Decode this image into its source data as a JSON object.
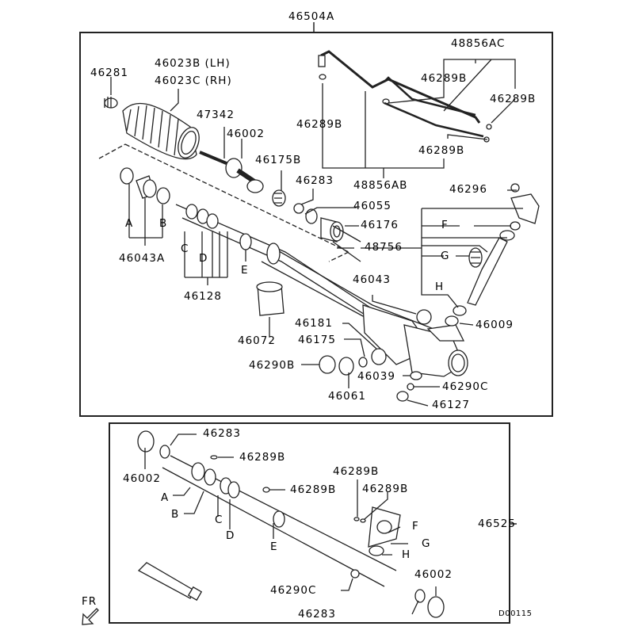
{
  "diagram": {
    "type": "exploded parts diagram - power steering gear rack",
    "drawing_id": "D00115",
    "direction_indicator": "FR",
    "upper_assembly": {
      "label": "46504A",
      "parts": [
        {
          "id": "p1",
          "label": "46281"
        },
        {
          "id": "p2",
          "label": "46023B (LH)"
        },
        {
          "id": "p3",
          "label": "46023C (RH)"
        },
        {
          "id": "p4",
          "label": "47342"
        },
        {
          "id": "p5",
          "label": "46002"
        },
        {
          "id": "p6",
          "label": "46175B"
        },
        {
          "id": "p7",
          "label": "46283"
        },
        {
          "id": "p8",
          "label": "46055"
        },
        {
          "id": "p9",
          "label": "46176"
        },
        {
          "id": "p10",
          "label": "48756"
        },
        {
          "id": "p11",
          "label": "46043A"
        },
        {
          "id": "p12",
          "label": "46128"
        },
        {
          "id": "p13",
          "label": "46072"
        },
        {
          "id": "p14",
          "label": "46043"
        },
        {
          "id": "p15",
          "label": "46181"
        },
        {
          "id": "p16",
          "label": "46175"
        },
        {
          "id": "p17",
          "label": "46290B"
        },
        {
          "id": "p18",
          "label": "46061"
        },
        {
          "id": "p19",
          "label": "46039"
        },
        {
          "id": "p20",
          "label": "46290C"
        },
        {
          "id": "p21",
          "label": "46127"
        },
        {
          "id": "p22",
          "label": "46009"
        },
        {
          "id": "p23",
          "label": "46296"
        },
        {
          "id": "p24",
          "label": "48856AC"
        },
        {
          "id": "p25",
          "label": "48856AB"
        },
        {
          "id": "p26",
          "label": "46289B"
        },
        {
          "id": "p27",
          "label": "46289B"
        },
        {
          "id": "p28",
          "label": "46289B"
        },
        {
          "id": "p29",
          "label": "46289B"
        }
      ],
      "letters": [
        "A",
        "B",
        "C",
        "D",
        "E",
        "F",
        "G",
        "H"
      ]
    },
    "lower_assembly": {
      "label": "46525",
      "parts": [
        {
          "id": "q1",
          "label": "46002"
        },
        {
          "id": "q2",
          "label": "46283"
        },
        {
          "id": "q3",
          "label": "46289B"
        },
        {
          "id": "q4",
          "label": "46289B"
        },
        {
          "id": "q5",
          "label": "46289B"
        },
        {
          "id": "q6",
          "label": "46289B"
        },
        {
          "id": "q7",
          "label": "46290C"
        },
        {
          "id": "q8",
          "label": "46283"
        },
        {
          "id": "q9",
          "label": "46002"
        }
      ],
      "letters": [
        "A",
        "B",
        "C",
        "D",
        "E",
        "F",
        "G",
        "H"
      ]
    }
  }
}
